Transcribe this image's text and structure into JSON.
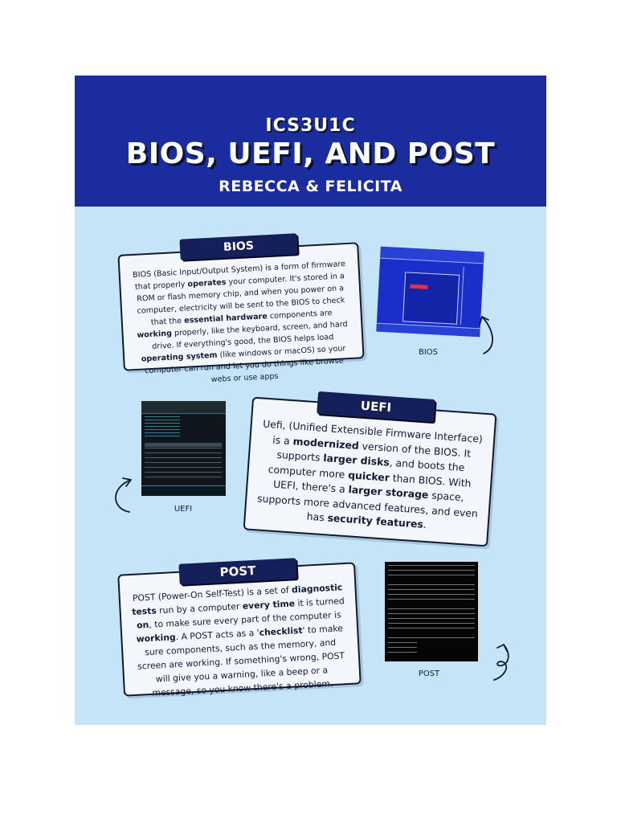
{
  "header": {
    "course": "ICS3U1C",
    "title": "BIOS, UEFI, AND POST",
    "authors": "REBECCA & FELICITA"
  },
  "bios": {
    "label": "BIOS",
    "caption": "BIOS",
    "text": [
      {
        "t": "BIOS (Basic Input/Output System) is a form of firmware that properly ",
        "b": false
      },
      {
        "t": "operates",
        "b": true
      },
      {
        "t": " your computer. It's stored in a ROM or flash memory chip, and when you power on a computer, electricity will be sent to the BIOS to check that the ",
        "b": false
      },
      {
        "t": "essential hardware",
        "b": true
      },
      {
        "t": " components are ",
        "b": false
      },
      {
        "t": "working",
        "b": true
      },
      {
        "t": " properly, like the keyboard, screen, and hard drive. If everything's good, the BIOS helps load ",
        "b": false
      },
      {
        "t": "operating system",
        "b": true
      },
      {
        "t": " (like windows or macOS) so your computer can run and let you do things like browse webs or use apps",
        "b": false
      }
    ]
  },
  "uefi": {
    "label": "UEFI",
    "caption": "UEFI",
    "text": [
      {
        "t": "Uefi,  (Unified Extensible Firmware Interface) is a ",
        "b": false
      },
      {
        "t": "modernized",
        "b": true
      },
      {
        "t": " version of the BIOS. It supports ",
        "b": false
      },
      {
        "t": "larger disks",
        "b": true
      },
      {
        "t": ", and boots the computer more ",
        "b": false
      },
      {
        "t": "quicker",
        "b": true
      },
      {
        "t": " than BIOS. With UEFI, there's a ",
        "b": false
      },
      {
        "t": "larger storage",
        "b": true
      },
      {
        "t": " space, supports more advanced features, and even has ",
        "b": false
      },
      {
        "t": "security features",
        "b": true
      },
      {
        "t": ".",
        "b": false
      }
    ]
  },
  "post": {
    "label": "POST",
    "caption": "POST",
    "text": [
      {
        "t": "POST (Power-On Self-Test) is a set of ",
        "b": false
      },
      {
        "t": "diagnostic tests",
        "b": true
      },
      {
        "t": " run by a computer ",
        "b": false
      },
      {
        "t": "every time",
        "b": true
      },
      {
        "t": " it is turned ",
        "b": false
      },
      {
        "t": "on",
        "b": true
      },
      {
        "t": ", to make sure every part of the computer is ",
        "b": false
      },
      {
        "t": "working",
        "b": true
      },
      {
        "t": ". A POST acts as a '",
        "b": false
      },
      {
        "t": "checklist",
        "b": true
      },
      {
        "t": "' to make sure components, such as the memory, and screen are working. If something's wrong, POST will give you a warning, like a beep or a message, so you know there's a problem.",
        "b": false
      }
    ]
  }
}
